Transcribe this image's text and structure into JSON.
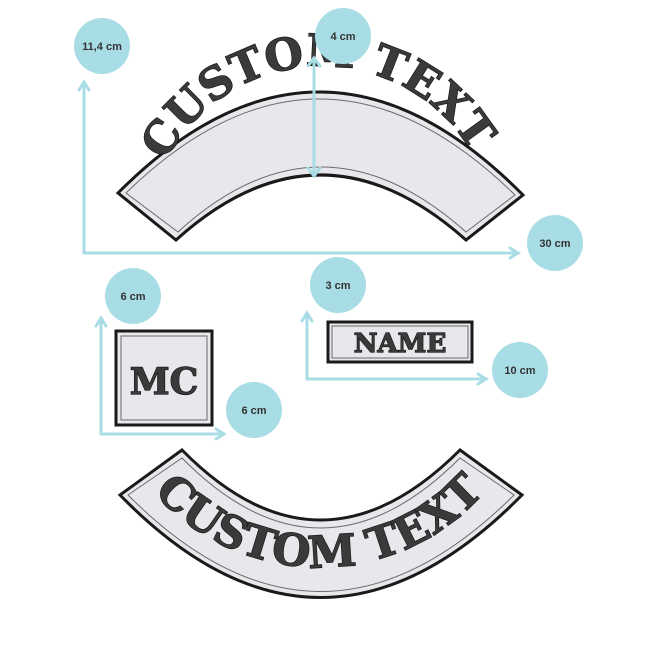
{
  "patches": {
    "top_rocker": {
      "text": "CUSTOM TEXT"
    },
    "center_patch": {
      "text": "MC"
    },
    "name_tab": {
      "text": "NAME"
    },
    "bottom_rocker": {
      "text": "CUSTOM TEXT"
    }
  },
  "dimensions": {
    "top_rocker_height": "11,4 cm",
    "top_rocker_band": "4 cm",
    "top_rocker_width": "30 cm",
    "center_patch_height": "6 cm",
    "center_patch_width": "6 cm",
    "name_tab_height": "3 cm",
    "name_tab_width": "10 cm"
  },
  "colors": {
    "badge": "#a9dde6",
    "patch_fill": "#e8e8ec",
    "patch_border": "#1a1a1a",
    "text_fill": "#3a3a3a"
  }
}
